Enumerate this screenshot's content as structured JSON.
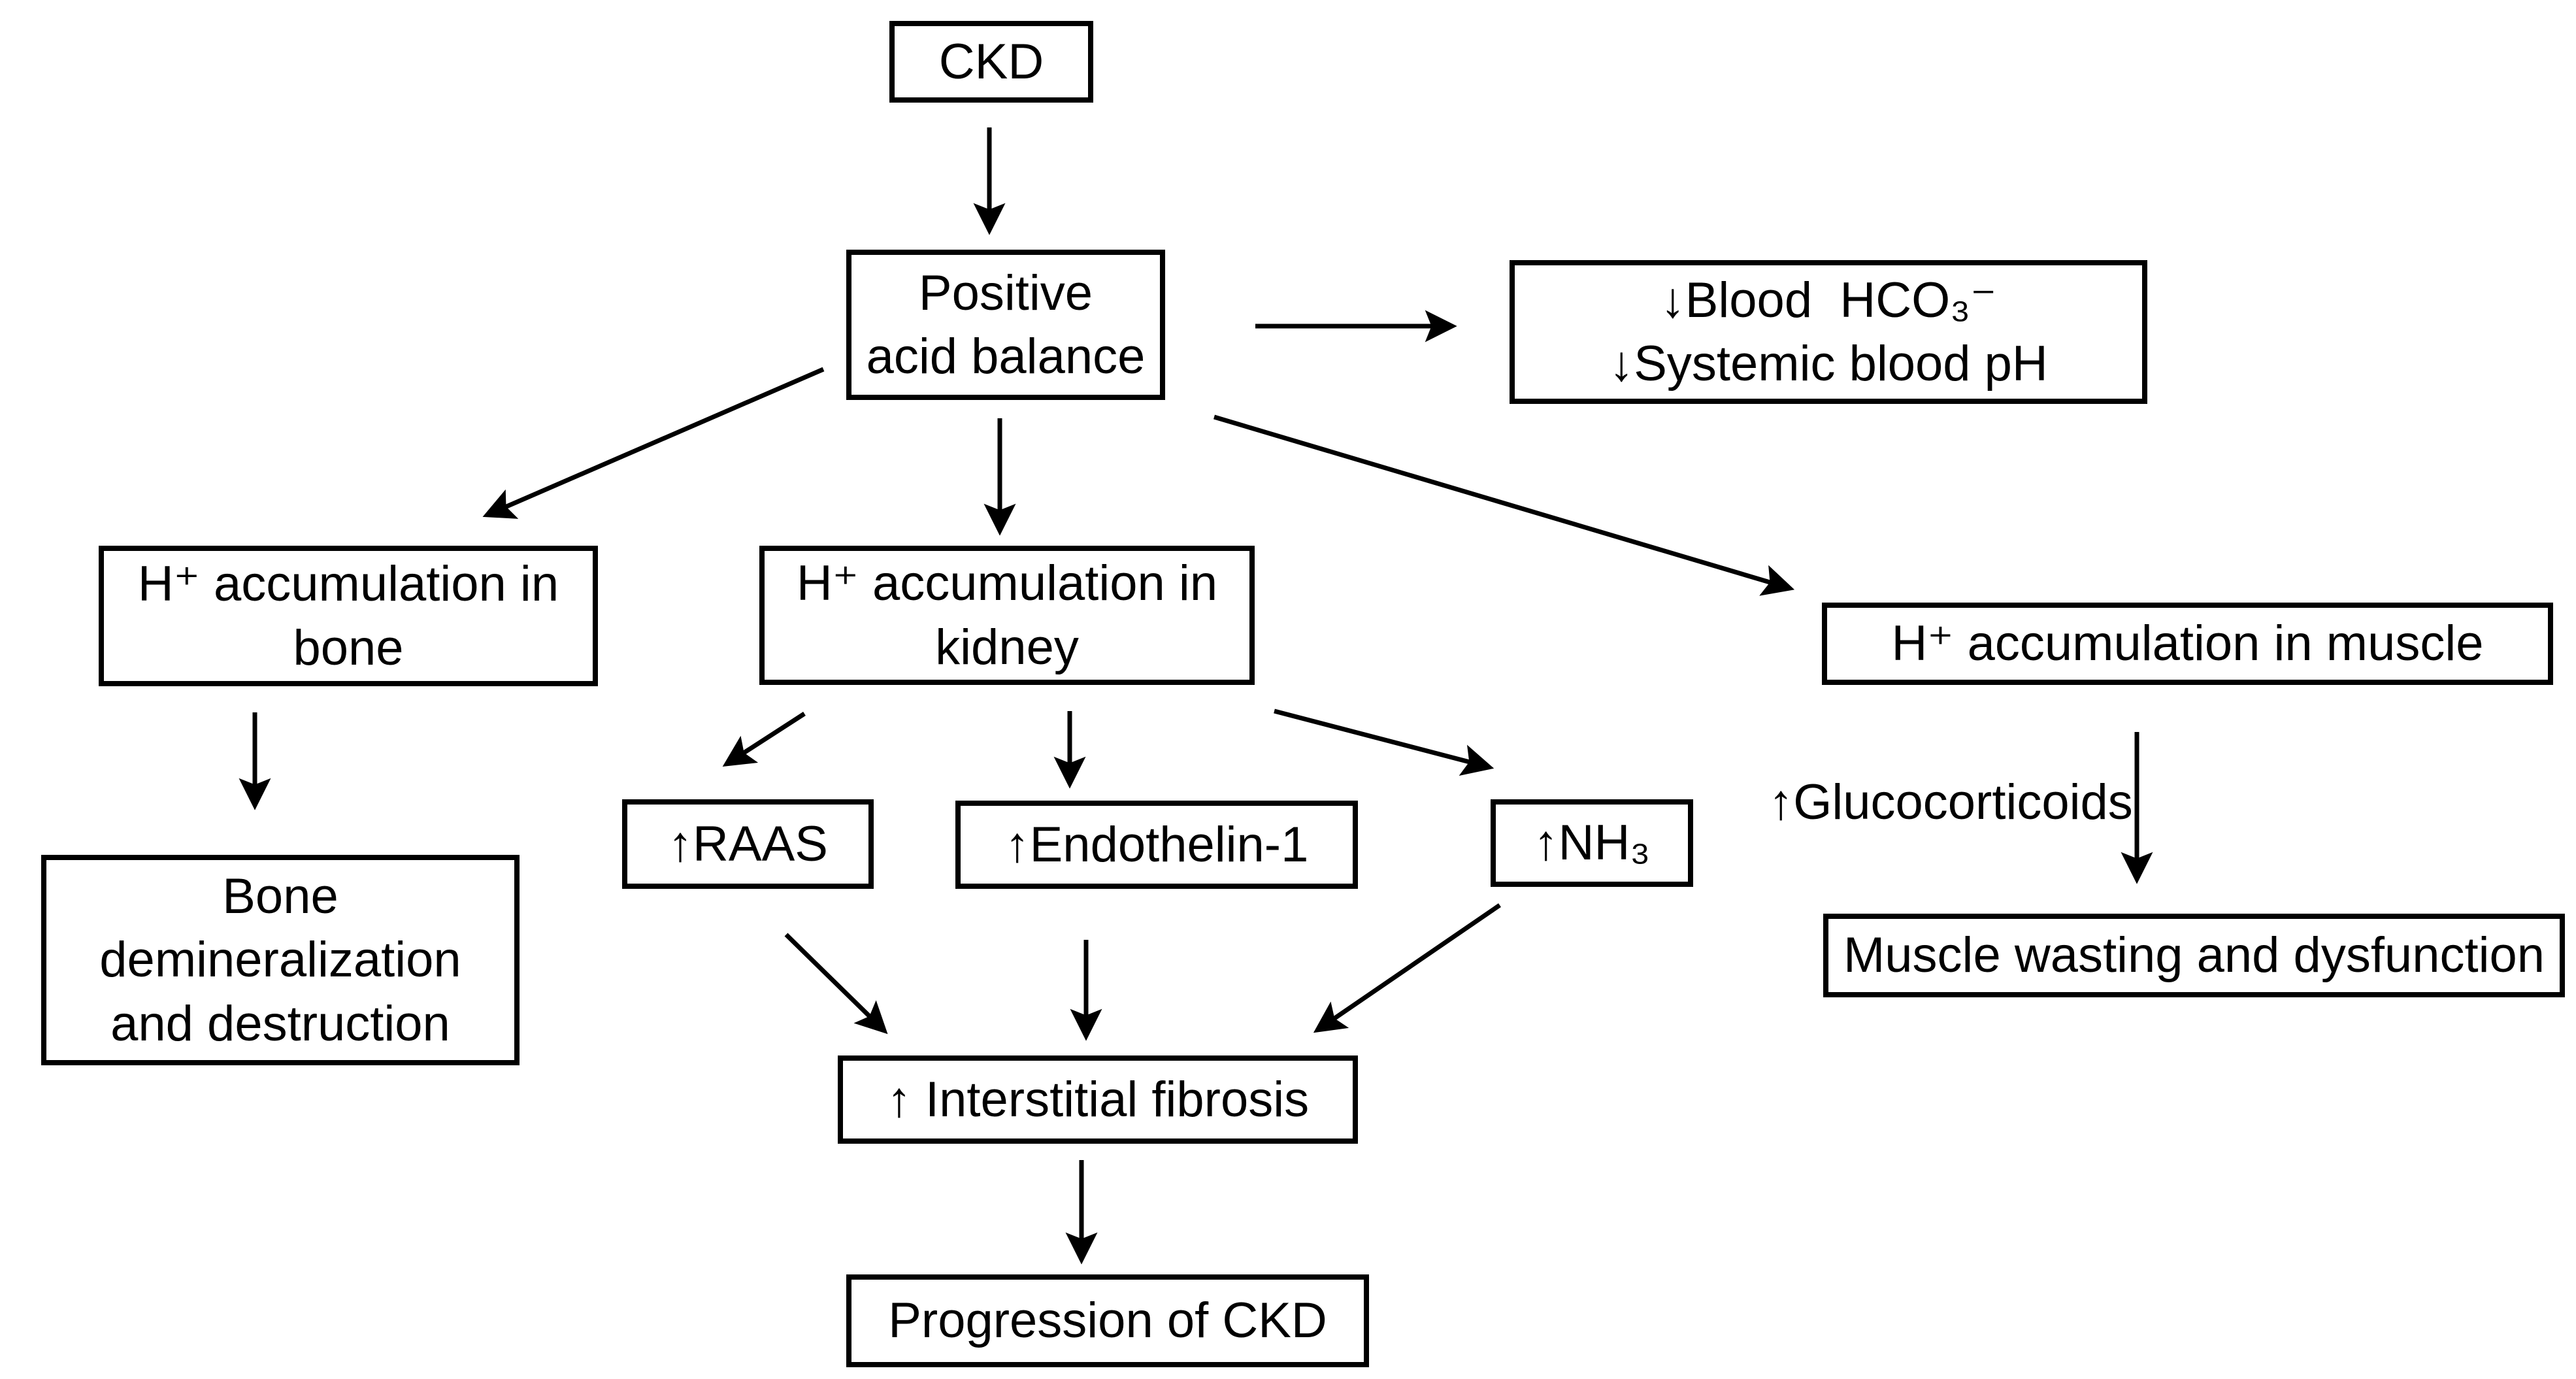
{
  "diagram": {
    "background_color": "#ffffff",
    "line_color": "#000000",
    "text_color": "#000000",
    "nodes": {
      "ckd": {
        "label": "CKD"
      },
      "positive_acid_balance": {
        "label": "Positive\nacid balance"
      },
      "blood_bicarbonate_ph": {
        "label": "↓Blood  HCO₃⁻\n↓Systemic blood pH"
      },
      "h_accumulation_bone": {
        "label": "H⁺ accumulation in\nbone"
      },
      "h_accumulation_kidney": {
        "label": "H⁺ accumulation in\nkidney"
      },
      "h_accumulation_muscle": {
        "label": "H⁺ accumulation in muscle"
      },
      "bone_demineralization": {
        "label": "Bone\ndemineralization\nand destruction"
      },
      "raas": {
        "label": "↑RAAS"
      },
      "endothelin": {
        "label": "↑Endothelin-1"
      },
      "nh3": {
        "label": "↑NH₃"
      },
      "glucocorticoids": {
        "label": "↑Glucocorticoids"
      },
      "muscle_wasting": {
        "label": "Muscle wasting and dysfunction"
      },
      "interstitial_fibrosis": {
        "label": "↑ Interstitial fibrosis"
      },
      "progression_ckd": {
        "label": "Progression of CKD"
      }
    }
  }
}
